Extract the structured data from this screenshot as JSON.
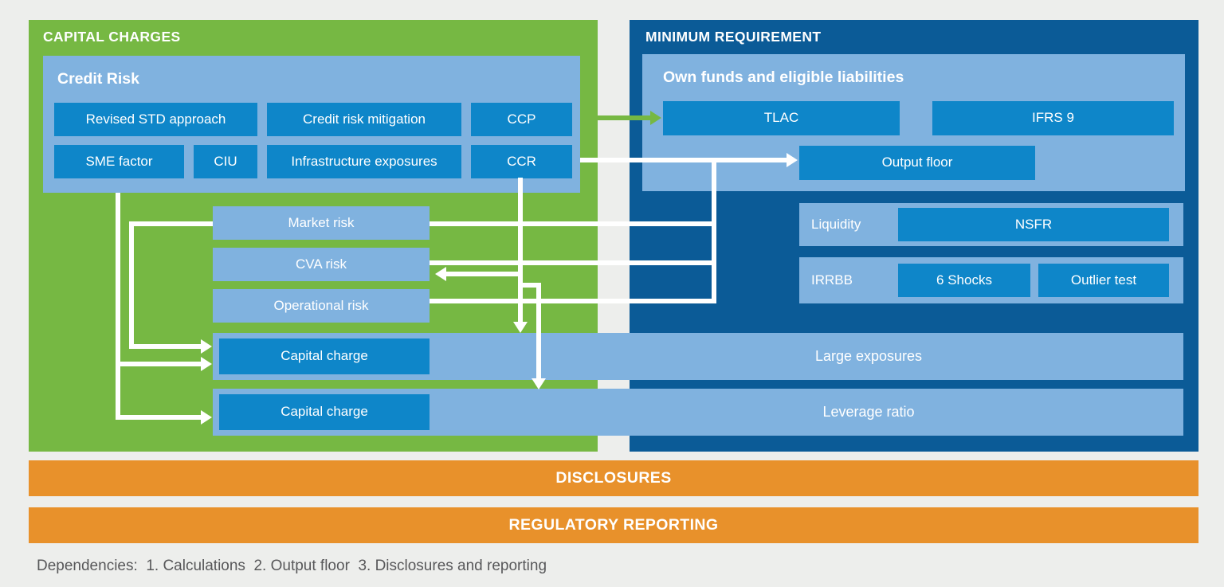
{
  "palette": {
    "green": "#76b843",
    "light_blue": "#80b2df",
    "blue": "#0e86c9",
    "navy": "#0b5b97",
    "orange": "#e8912b",
    "background": "#edeeec",
    "footnote_text": "#58585a",
    "connector": "#ffffff"
  },
  "capital_charges": {
    "title": "CAPITAL CHARGES",
    "credit_risk": {
      "title": "Credit Risk",
      "revised_std": "Revised STD approach",
      "mitigation": "Credit risk mitigation",
      "ccp": "CCP",
      "sme": "SME factor",
      "ciu": "CIU",
      "infrastructure": "Infrastructure exposures",
      "ccr": "CCR"
    },
    "market_risk": "Market risk",
    "cva_risk": "CVA risk",
    "operational_risk": "Operational risk",
    "capital_charge_top": "Capital charge",
    "capital_charge_bottom": "Capital charge"
  },
  "minimum_requirement": {
    "title": "MINIMUM REQUIREMENT",
    "own_funds": {
      "title": "Own funds and eligible liabilities",
      "tlac": "TLAC",
      "ifrs9": "IFRS 9",
      "output_floor": "Output floor"
    },
    "liquidity": {
      "label": "Liquidity",
      "nsfr": "NSFR"
    },
    "irrbb": {
      "label": "IRRBB",
      "shocks": "6 Shocks",
      "outlier": "Outlier test"
    }
  },
  "rows": {
    "large_exposures": "Large exposures",
    "leverage_ratio": "Leverage ratio"
  },
  "footer_bars": {
    "disclosures": "DISCLOSURES",
    "regulatory_reporting": "REGULATORY REPORTING"
  },
  "footnote": "Dependencies:  1. Calculations  2. Output floor  3. Disclosures and reporting",
  "connectors": [
    {
      "from": "CCP",
      "to": "TLAC",
      "color": "#76b843"
    },
    {
      "from": "CCR",
      "to": "Output floor",
      "color": "#ffffff"
    },
    {
      "from": "Market risk",
      "to": "Output floor bus",
      "color": "#ffffff"
    },
    {
      "from": "CVA risk",
      "to": "Output floor bus",
      "color": "#ffffff"
    },
    {
      "from": "Operational risk",
      "to": "Output floor bus",
      "color": "#ffffff"
    },
    {
      "from": "CCR",
      "to": "CVA risk",
      "color": "#ffffff"
    },
    {
      "from": "CCR",
      "to": "Large exposures",
      "color": "#ffffff"
    },
    {
      "from": "CCR",
      "to": "Leverage ratio",
      "color": "#ffffff"
    },
    {
      "from": "Market risk",
      "to": "Capital charge (top)",
      "color": "#ffffff"
    },
    {
      "from": "Credit Risk",
      "to": "Capital charge (top)",
      "color": "#ffffff"
    },
    {
      "from": "Credit Risk",
      "to": "Capital charge (bottom)",
      "color": "#ffffff"
    }
  ]
}
